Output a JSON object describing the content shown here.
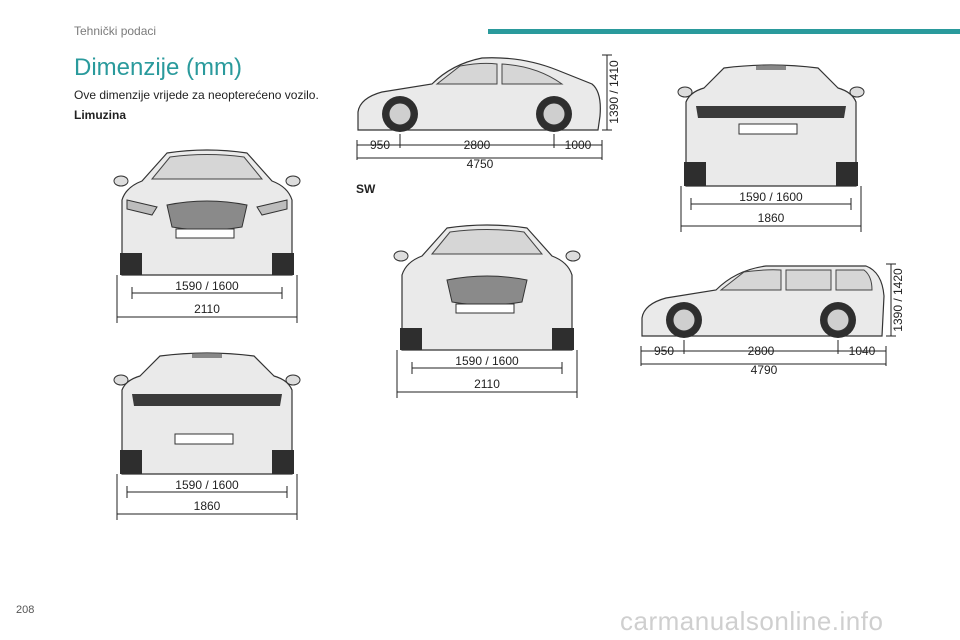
{
  "header": {
    "section": "Tehnički podaci"
  },
  "title": "Dimenzije (mm)",
  "intro": "Ove dimenzije vrijede za neopterećeno vozilo.",
  "sections": {
    "limuzina": "Limuzina",
    "sw": "SW"
  },
  "limuzina": {
    "front": {
      "track": "1590 / 1600",
      "width": "2110"
    },
    "rear": {
      "track": "1590 / 1600",
      "width": "1860"
    },
    "side": {
      "front_overhang": "950",
      "wheelbase": "2800",
      "rear_overhang": "1000",
      "length": "4750",
      "height": "1390 / 1410"
    }
  },
  "sw": {
    "front": {
      "track": "1590 / 1600",
      "width": "2110"
    },
    "rear": {
      "track": "1590 / 1600",
      "width": "1860"
    },
    "side": {
      "front_overhang": "950",
      "wheelbase": "2800",
      "rear_overhang": "1040",
      "length": "4790",
      "height": "1390 / 1420"
    }
  },
  "page_number": "208",
  "watermark": "carmanualsonline.info"
}
